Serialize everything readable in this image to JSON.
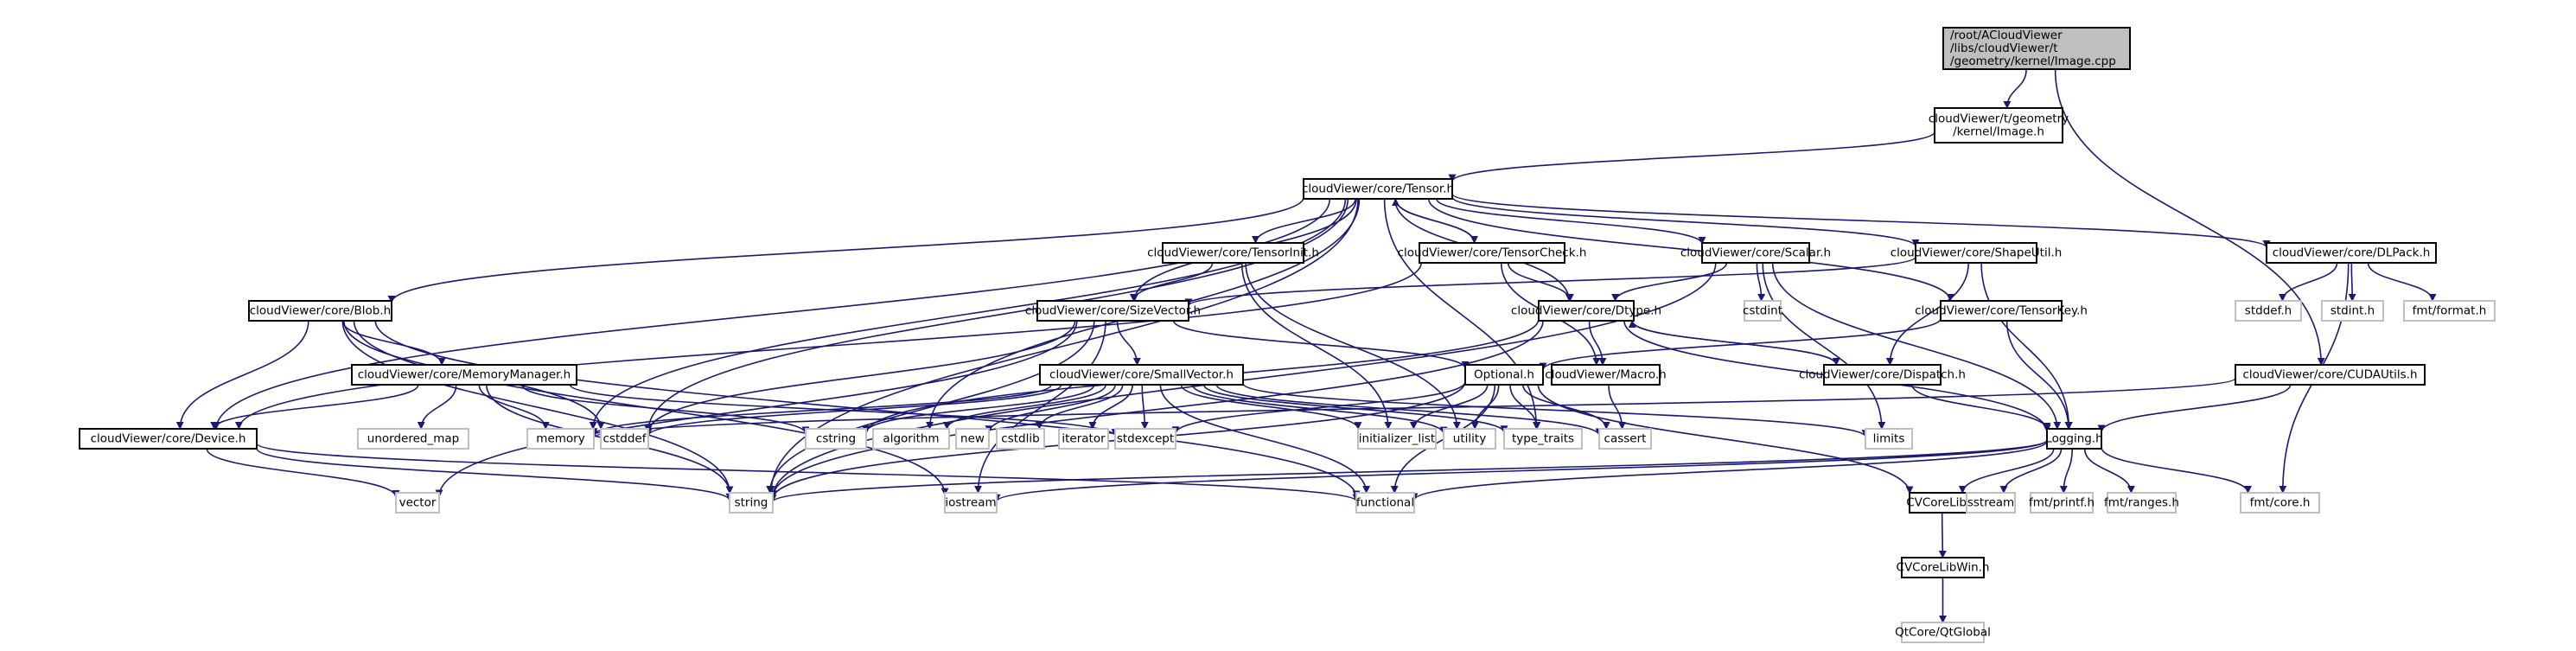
{
  "title": "Include dependency graph for Image.cpp",
  "colors": {
    "edge": "#191970",
    "root_fill": "#bfbfbf",
    "node_border": "#000000",
    "external_border": "#bfbfbf",
    "background": "#ffffff"
  },
  "nodes": [
    {
      "id": "image_cpp",
      "label": [
        "/root/ACloudViewer",
        "/libs/cloudViewer/t",
        "/geometry/kernel/Image.cpp"
      ],
      "kind": "root"
    },
    {
      "id": "image_h",
      "label": [
        "cloudViewer/t/geometry",
        "/kernel/Image.h"
      ],
      "kind": "internal"
    },
    {
      "id": "tensor_h",
      "label": [
        "cloudViewer/core/Tensor.h"
      ],
      "kind": "internal"
    },
    {
      "id": "tensorinit_h",
      "label": [
        "cloudViewer/core/TensorInit.h"
      ],
      "kind": "internal"
    },
    {
      "id": "tensorcheck_h",
      "label": [
        "cloudViewer/core/TensorCheck.h"
      ],
      "kind": "internal"
    },
    {
      "id": "scalar_h",
      "label": [
        "cloudViewer/core/Scalar.h"
      ],
      "kind": "internal"
    },
    {
      "id": "shapeutil_h",
      "label": [
        "cloudViewer/core/ShapeUtil.h"
      ],
      "kind": "internal"
    },
    {
      "id": "dlpack_h",
      "label": [
        "cloudViewer/core/DLPack.h"
      ],
      "kind": "internal"
    },
    {
      "id": "blob_h",
      "label": [
        "cloudViewer/core/Blob.h"
      ],
      "kind": "internal"
    },
    {
      "id": "sizevector_h",
      "label": [
        "cloudViewer/core/SizeVector.h"
      ],
      "kind": "internal"
    },
    {
      "id": "dtype_h",
      "label": [
        "cloudViewer/core/Dtype.h"
      ],
      "kind": "internal"
    },
    {
      "id": "cstdint",
      "label": [
        "cstdint"
      ],
      "kind": "external"
    },
    {
      "id": "tensorkey_h",
      "label": [
        "cloudViewer/core/TensorKey.h"
      ],
      "kind": "internal"
    },
    {
      "id": "stddef_h",
      "label": [
        "stddef.h"
      ],
      "kind": "external"
    },
    {
      "id": "stdint_h",
      "label": [
        "stdint.h"
      ],
      "kind": "external"
    },
    {
      "id": "fmt_format_h",
      "label": [
        "fmt/format.h"
      ],
      "kind": "external"
    },
    {
      "id": "memorymanager_h",
      "label": [
        "cloudViewer/core/MemoryManager.h"
      ],
      "kind": "internal"
    },
    {
      "id": "smallvector_h",
      "label": [
        "cloudViewer/core/SmallVector.h"
      ],
      "kind": "internal"
    },
    {
      "id": "optional_h",
      "label": [
        "Optional.h"
      ],
      "kind": "internal"
    },
    {
      "id": "macro_h",
      "label": [
        "cloudViewer/Macro.h"
      ],
      "kind": "internal"
    },
    {
      "id": "dispatch_h",
      "label": [
        "cloudViewer/core/Dispatch.h"
      ],
      "kind": "internal"
    },
    {
      "id": "cudautils_h",
      "label": [
        "cloudViewer/core/CUDAUtils.h"
      ],
      "kind": "internal"
    },
    {
      "id": "device_h",
      "label": [
        "cloudViewer/core/Device.h"
      ],
      "kind": "internal"
    },
    {
      "id": "unordered_map",
      "label": [
        "unordered_map"
      ],
      "kind": "external"
    },
    {
      "id": "memory",
      "label": [
        "memory"
      ],
      "kind": "external"
    },
    {
      "id": "cstddef",
      "label": [
        "cstddef"
      ],
      "kind": "external"
    },
    {
      "id": "cstring",
      "label": [
        "cstring"
      ],
      "kind": "external"
    },
    {
      "id": "algorithm",
      "label": [
        "algorithm"
      ],
      "kind": "external"
    },
    {
      "id": "new",
      "label": [
        "new"
      ],
      "kind": "external"
    },
    {
      "id": "cstdlib",
      "label": [
        "cstdlib"
      ],
      "kind": "external"
    },
    {
      "id": "iterator",
      "label": [
        "iterator"
      ],
      "kind": "external"
    },
    {
      "id": "stdexcept",
      "label": [
        "stdexcept"
      ],
      "kind": "external"
    },
    {
      "id": "initializer_list",
      "label": [
        "initializer_list"
      ],
      "kind": "external"
    },
    {
      "id": "utility",
      "label": [
        "utility"
      ],
      "kind": "external"
    },
    {
      "id": "type_traits",
      "label": [
        "type_traits"
      ],
      "kind": "external"
    },
    {
      "id": "cassert",
      "label": [
        "cassert"
      ],
      "kind": "external"
    },
    {
      "id": "limits",
      "label": [
        "limits"
      ],
      "kind": "external"
    },
    {
      "id": "logging_h",
      "label": [
        "Logging.h"
      ],
      "kind": "internal"
    },
    {
      "id": "vector",
      "label": [
        "vector"
      ],
      "kind": "external"
    },
    {
      "id": "string",
      "label": [
        "string"
      ],
      "kind": "external"
    },
    {
      "id": "iostream",
      "label": [
        "iostream"
      ],
      "kind": "external"
    },
    {
      "id": "functional",
      "label": [
        "functional"
      ],
      "kind": "external"
    },
    {
      "id": "cvcorelib_h",
      "label": [
        "CVCoreLib.h"
      ],
      "kind": "internal"
    },
    {
      "id": "sstream",
      "label": [
        "sstream"
      ],
      "kind": "external"
    },
    {
      "id": "fmt_printf_h",
      "label": [
        "fmt/printf.h"
      ],
      "kind": "external"
    },
    {
      "id": "fmt_ranges_h",
      "label": [
        "fmt/ranges.h"
      ],
      "kind": "external"
    },
    {
      "id": "fmt_core_h",
      "label": [
        "fmt/core.h"
      ],
      "kind": "external"
    },
    {
      "id": "cvcorelibwin_h",
      "label": [
        "CVCoreLibWin.h"
      ],
      "kind": "internal"
    },
    {
      "id": "qtglobal",
      "label": [
        "QtCore/QtGlobal"
      ],
      "kind": "external"
    }
  ],
  "edges": [
    [
      "image_cpp",
      "image_h"
    ],
    [
      "image_cpp",
      "cudautils_h"
    ],
    [
      "image_h",
      "tensor_h"
    ],
    [
      "tensor_h",
      "blob_h"
    ],
    [
      "tensor_h",
      "device_h"
    ],
    [
      "tensor_h",
      "tensorinit_h"
    ],
    [
      "tensor_h",
      "tensorcheck_h"
    ],
    [
      "tensor_h",
      "scalar_h"
    ],
    [
      "tensor_h",
      "shapeutil_h"
    ],
    [
      "tensor_h",
      "dlpack_h"
    ],
    [
      "tensor_h",
      "sizevector_h"
    ],
    [
      "tensor_h",
      "dtype_h"
    ],
    [
      "tensor_h",
      "tensorkey_h"
    ],
    [
      "tensor_h",
      "memory"
    ],
    [
      "tensor_h",
      "cstddef"
    ],
    [
      "tensor_h",
      "algorithm"
    ],
    [
      "tensor_h",
      "type_traits"
    ],
    [
      "tensor_h",
      "string"
    ],
    [
      "tensorcheck_h",
      "tensor_h"
    ],
    [
      "tensorcheck_h",
      "dtype_h"
    ],
    [
      "tensorcheck_h",
      "macro_h"
    ],
    [
      "tensorcheck_h",
      "device_h"
    ],
    [
      "tensorinit_h",
      "sizevector_h"
    ],
    [
      "tensorinit_h",
      "initializer_list"
    ],
    [
      "tensorinit_h",
      "utility"
    ],
    [
      "scalar_h",
      "dtype_h"
    ],
    [
      "scalar_h",
      "cstdint"
    ],
    [
      "scalar_h",
      "logging_h"
    ],
    [
      "scalar_h",
      "limits"
    ],
    [
      "scalar_h",
      "string"
    ],
    [
      "shapeutil_h",
      "sizevector_h"
    ],
    [
      "shapeutil_h",
      "dispatch_h"
    ],
    [
      "shapeutil_h",
      "logging_h"
    ],
    [
      "dlpack_h",
      "stddef_h"
    ],
    [
      "dlpack_h",
      "stdint_h"
    ],
    [
      "dlpack_h",
      "fmt_format_h"
    ],
    [
      "dlpack_h",
      "fmt_core_h"
    ],
    [
      "tensorkey_h",
      "optional_h"
    ],
    [
      "tensorkey_h",
      "logging_h"
    ],
    [
      "blob_h",
      "memorymanager_h"
    ],
    [
      "blob_h",
      "device_h"
    ],
    [
      "blob_h",
      "cstddef"
    ],
    [
      "blob_h",
      "string"
    ],
    [
      "blob_h",
      "functional"
    ],
    [
      "blob_h",
      "iostream"
    ],
    [
      "memorymanager_h",
      "device_h"
    ],
    [
      "memorymanager_h",
      "unordered_map"
    ],
    [
      "memorymanager_h",
      "memory"
    ],
    [
      "memorymanager_h",
      "cstring"
    ],
    [
      "memorymanager_h",
      "stdexcept"
    ],
    [
      "memorymanager_h",
      "string"
    ],
    [
      "sizevector_h",
      "smallvector_h"
    ],
    [
      "sizevector_h",
      "optional_h"
    ],
    [
      "sizevector_h",
      "cstddef"
    ],
    [
      "sizevector_h",
      "vector"
    ],
    [
      "sizevector_h",
      "string"
    ],
    [
      "sizevector_h",
      "iostream"
    ],
    [
      "smallvector_h",
      "algorithm"
    ],
    [
      "smallvector_h",
      "new"
    ],
    [
      "smallvector_h",
      "cstdlib"
    ],
    [
      "smallvector_h",
      "iterator"
    ],
    [
      "smallvector_h",
      "stdexcept"
    ],
    [
      "smallvector_h",
      "initializer_list"
    ],
    [
      "smallvector_h",
      "utility"
    ],
    [
      "smallvector_h",
      "type_traits"
    ],
    [
      "smallvector_h",
      "cassert"
    ],
    [
      "smallvector_h",
      "cstddef"
    ],
    [
      "smallvector_h",
      "cstring"
    ],
    [
      "smallvector_h",
      "memory"
    ],
    [
      "smallvector_h",
      "limits"
    ],
    [
      "smallvector_h",
      "functional"
    ],
    [
      "dtype_h",
      "macro_h"
    ],
    [
      "dtype_h",
      "dispatch_h"
    ],
    [
      "dtype_h",
      "logging_h"
    ],
    [
      "dtype_h",
      "cstring"
    ],
    [
      "dtype_h",
      "string"
    ],
    [
      "dispatch_h",
      "dtype_h"
    ],
    [
      "dispatch_h",
      "logging_h"
    ],
    [
      "optional_h",
      "stdexcept"
    ],
    [
      "optional_h",
      "initializer_list"
    ],
    [
      "optional_h",
      "utility"
    ],
    [
      "optional_h",
      "type_traits"
    ],
    [
      "optional_h",
      "cassert"
    ],
    [
      "optional_h",
      "functional"
    ],
    [
      "optional_h",
      "string"
    ],
    [
      "optional_h",
      "cvcorelib_h"
    ],
    [
      "macro_h",
      "cassert"
    ],
    [
      "cudautils_h",
      "logging_h"
    ],
    [
      "cudautils_h",
      "memory"
    ],
    [
      "device_h",
      "string"
    ],
    [
      "device_h",
      "vector"
    ],
    [
      "device_h",
      "functional"
    ],
    [
      "logging_h",
      "cvcorelib_h"
    ],
    [
      "logging_h",
      "sstream"
    ],
    [
      "logging_h",
      "fmt_printf_h"
    ],
    [
      "logging_h",
      "fmt_ranges_h"
    ],
    [
      "logging_h",
      "fmt_core_h"
    ],
    [
      "logging_h",
      "string"
    ],
    [
      "logging_h",
      "iostream"
    ],
    [
      "logging_h",
      "functional"
    ],
    [
      "cvcorelib_h",
      "cvcorelibwin_h"
    ],
    [
      "cvcorelibwin_h",
      "qtglobal"
    ]
  ]
}
